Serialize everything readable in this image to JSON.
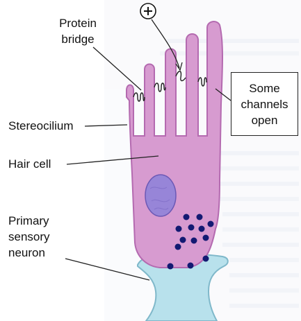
{
  "labels": {
    "protein_bridge": "Protein\nbridge",
    "stereocilium": "Stereocilium",
    "hair_cell": "Hair cell",
    "primary_sensory_neuron": "Primary\nsensory\nneuron",
    "channels_open": "Some\nchannels\nopen",
    "charge_symbol": "+"
  },
  "colors": {
    "background": "#ffffff",
    "page_text_bg": "#f2f4fa",
    "hair_cell_fill": "#d79bd0",
    "hair_cell_outline": "#b46ab0",
    "nucleus_fill": "#9785d8",
    "nucleus_outline": "#6b58b5",
    "neuron_fill": "#b8e1ec",
    "neuron_outline": "#7fb8ca",
    "vesicle": "#131a72",
    "leader_line": "#222222"
  },
  "icons": [
    "plus-circle-icon",
    "protein-bridge-coil-icon"
  ]
}
